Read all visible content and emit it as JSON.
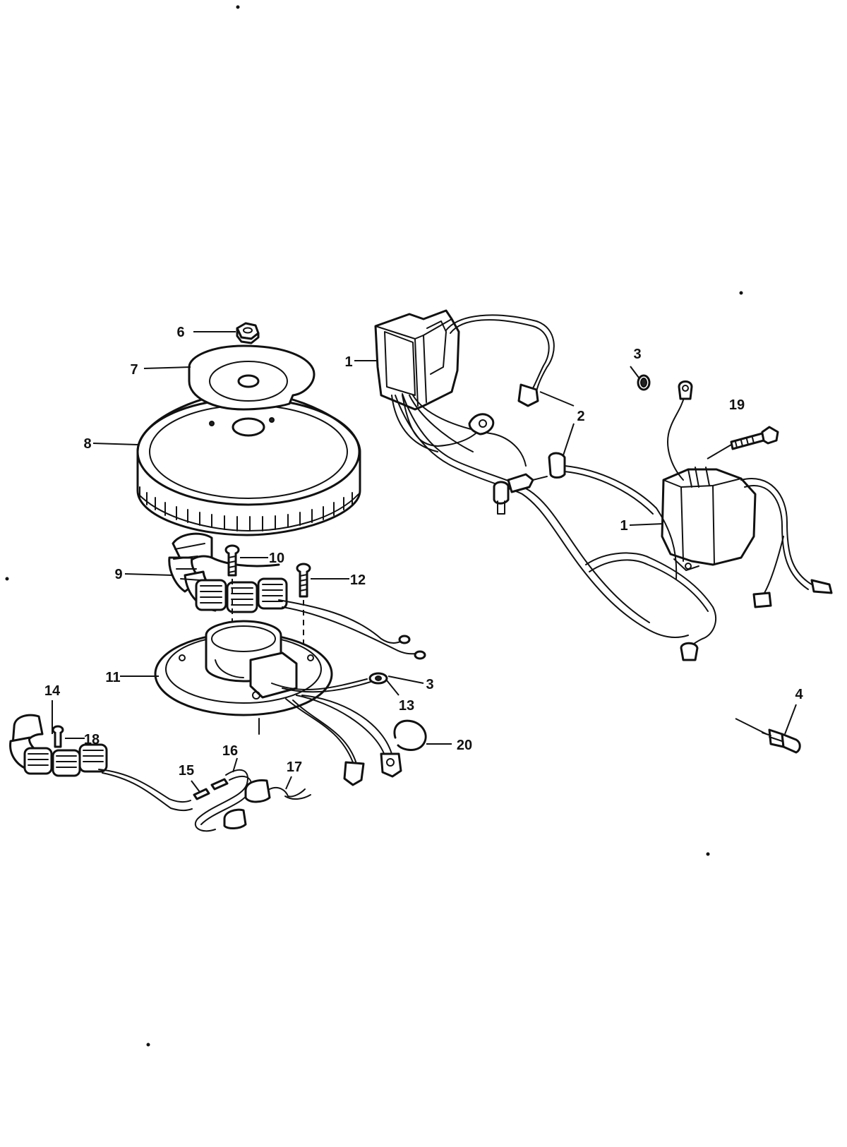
{
  "diagram": {
    "callouts": [
      {
        "id": "c1a",
        "text": "1"
      },
      {
        "id": "c1b",
        "text": "1"
      },
      {
        "id": "c2",
        "text": "2"
      },
      {
        "id": "c3a",
        "text": "3"
      },
      {
        "id": "c3b",
        "text": "3"
      },
      {
        "id": "c4",
        "text": "4"
      },
      {
        "id": "c6",
        "text": "6"
      },
      {
        "id": "c7",
        "text": "7"
      },
      {
        "id": "c8",
        "text": "8"
      },
      {
        "id": "c9",
        "text": "9"
      },
      {
        "id": "c10",
        "text": "10"
      },
      {
        "id": "c11",
        "text": "11"
      },
      {
        "id": "c12",
        "text": "12"
      },
      {
        "id": "c13",
        "text": "13"
      },
      {
        "id": "c14",
        "text": "14"
      },
      {
        "id": "c15",
        "text": "15"
      },
      {
        "id": "c16",
        "text": "16"
      },
      {
        "id": "c17",
        "text": "17"
      },
      {
        "id": "c18",
        "text": "18"
      },
      {
        "id": "c19",
        "text": "19"
      },
      {
        "id": "c20",
        "text": "20"
      }
    ]
  }
}
